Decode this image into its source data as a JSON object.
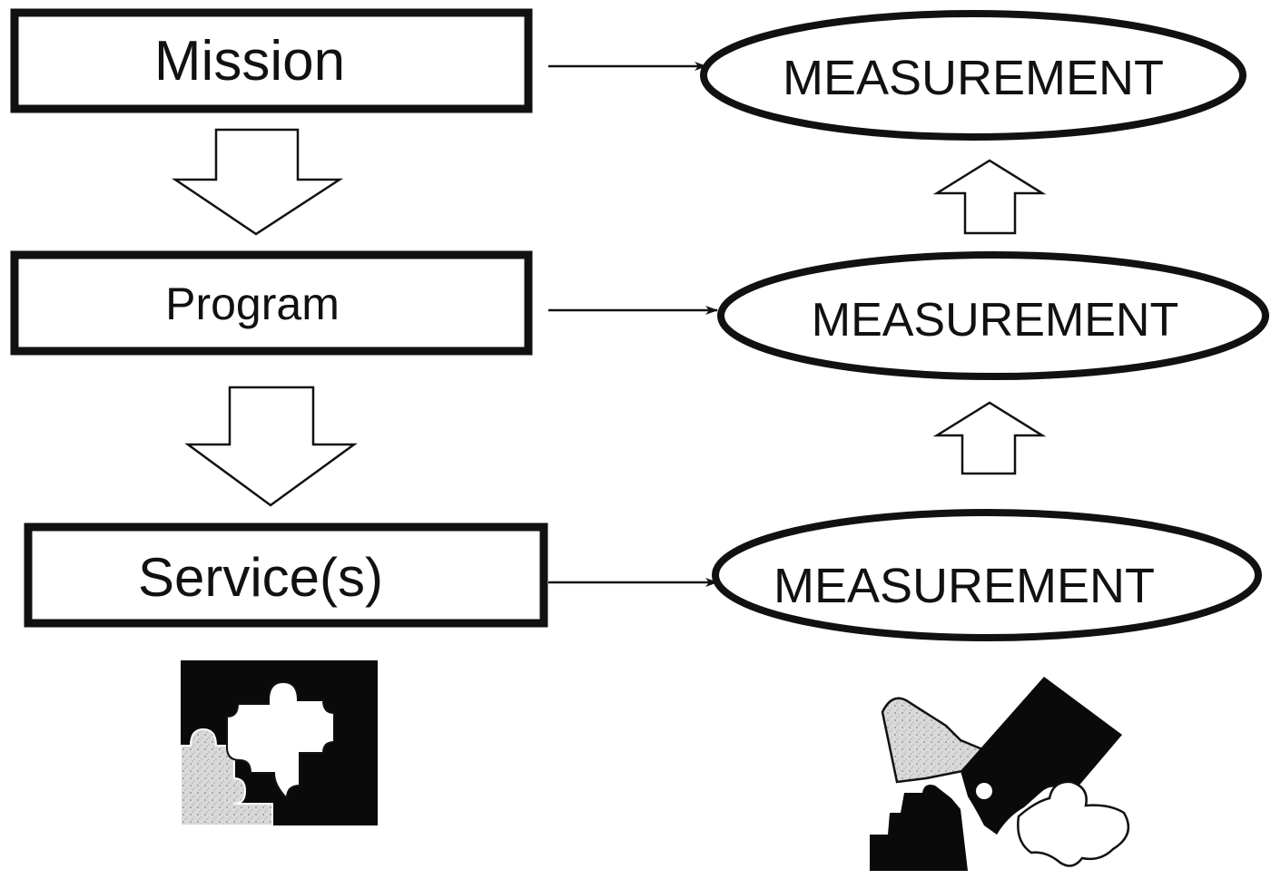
{
  "colors": {
    "ink": "#111111",
    "paper": "#ffffff",
    "speckle": "#cfcfcf"
  },
  "left_column": {
    "mission": "Mission",
    "program": "Program",
    "services": "Service(s)"
  },
  "right_column": {
    "measurement_top": "MEASUREMENT",
    "measurement_middle": "MEASUREMENT",
    "measurement_bottom": "MEASUREMENT"
  },
  "icons": {
    "assembled_puzzle": "puzzle-assembled-icon",
    "scattered_puzzle": "puzzle-scattered-icon"
  }
}
